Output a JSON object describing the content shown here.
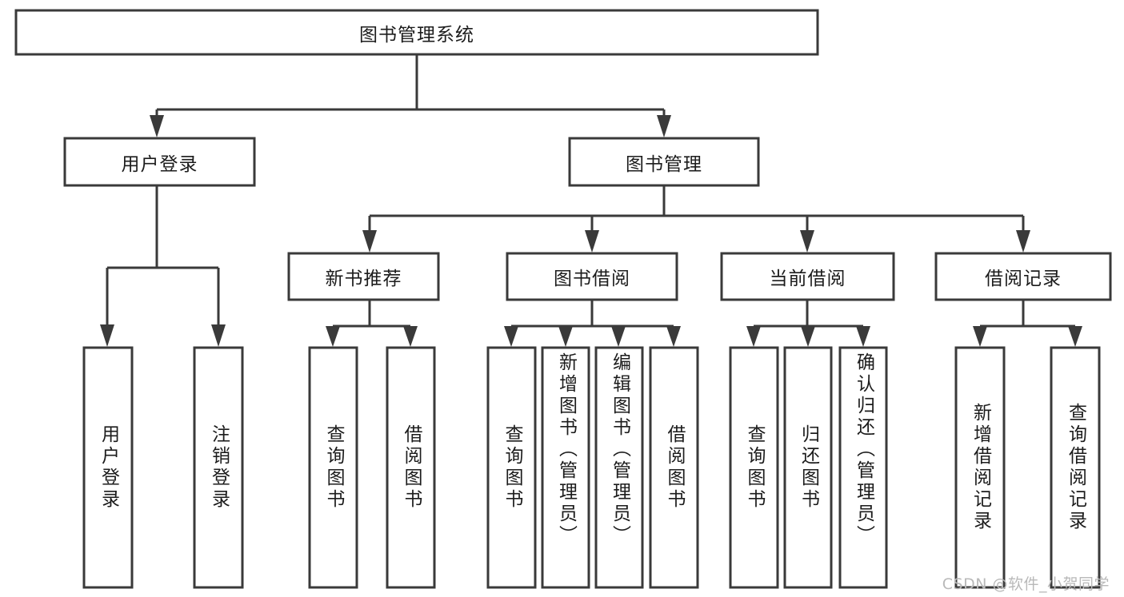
{
  "diagram": {
    "type": "tree-hierarchy-chart",
    "title": "图书管理系统",
    "orientation": "top-down",
    "background_color": "#ffffff",
    "box_stroke_color": "#3a3a3a",
    "box_fill_color": "#ffffff",
    "text_color": "#1c1c1c",
    "root": {
      "id": "root",
      "label": "图书管理系统",
      "text_direction": "horizontal"
    },
    "level2": [
      {
        "id": "user-login",
        "label": "用户登录",
        "text_direction": "horizontal"
      },
      {
        "id": "book-management",
        "label": "图书管理",
        "text_direction": "horizontal"
      }
    ],
    "level3": [
      {
        "id": "new-book-recommend",
        "label": "新书推荐",
        "parent": "book-management",
        "text_direction": "horizontal"
      },
      {
        "id": "book-borrow",
        "label": "图书借阅",
        "parent": "book-management",
        "text_direction": "horizontal"
      },
      {
        "id": "current-borrow",
        "label": "当前借阅",
        "parent": "book-management",
        "text_direction": "horizontal"
      },
      {
        "id": "borrow-record",
        "label": "借阅记录",
        "parent": "book-management",
        "text_direction": "horizontal"
      }
    ],
    "leaves": [
      {
        "id": "leaf-user-login",
        "label": "用户登录",
        "parent": "user-login",
        "text_direction": "vertical",
        "align": "center"
      },
      {
        "id": "leaf-logout",
        "label": "注销登录",
        "parent": "user-login",
        "text_direction": "vertical",
        "align": "center"
      },
      {
        "id": "leaf-query-book-1",
        "label": "查询图书",
        "parent": "new-book-recommend",
        "text_direction": "vertical",
        "align": "center"
      },
      {
        "id": "leaf-borrow-book-1",
        "label": "借阅图书",
        "parent": "new-book-recommend",
        "text_direction": "vertical",
        "align": "center"
      },
      {
        "id": "leaf-query-book-2",
        "label": "查询图书",
        "parent": "book-borrow",
        "text_direction": "vertical",
        "align": "center"
      },
      {
        "id": "leaf-add-book",
        "label": "新增图书（管理员）",
        "parent": "book-borrow",
        "text_direction": "vertical",
        "align": "top"
      },
      {
        "id": "leaf-edit-book",
        "label": "编辑图书（管理员）",
        "parent": "book-borrow",
        "text_direction": "vertical",
        "align": "top"
      },
      {
        "id": "leaf-borrow-book-2",
        "label": "借阅图书",
        "parent": "book-borrow",
        "text_direction": "vertical",
        "align": "center"
      },
      {
        "id": "leaf-query-book-3",
        "label": "查询图书",
        "parent": "current-borrow",
        "text_direction": "vertical",
        "align": "center"
      },
      {
        "id": "leaf-return-book",
        "label": "归还图书",
        "parent": "current-borrow",
        "text_direction": "vertical",
        "align": "center"
      },
      {
        "id": "leaf-confirm-return",
        "label": "确认归还（管理员）",
        "parent": "current-borrow",
        "text_direction": "vertical",
        "align": "top"
      },
      {
        "id": "leaf-add-record",
        "label": "新增借阅记录",
        "parent": "borrow-record",
        "text_direction": "vertical",
        "align": "center"
      },
      {
        "id": "leaf-query-record",
        "label": "查询借阅记录",
        "parent": "borrow-record",
        "text_direction": "vertical",
        "align": "center"
      }
    ]
  },
  "watermark": {
    "text": "CSDN @软件_小贺同学",
    "color": "#b9b9b9"
  }
}
